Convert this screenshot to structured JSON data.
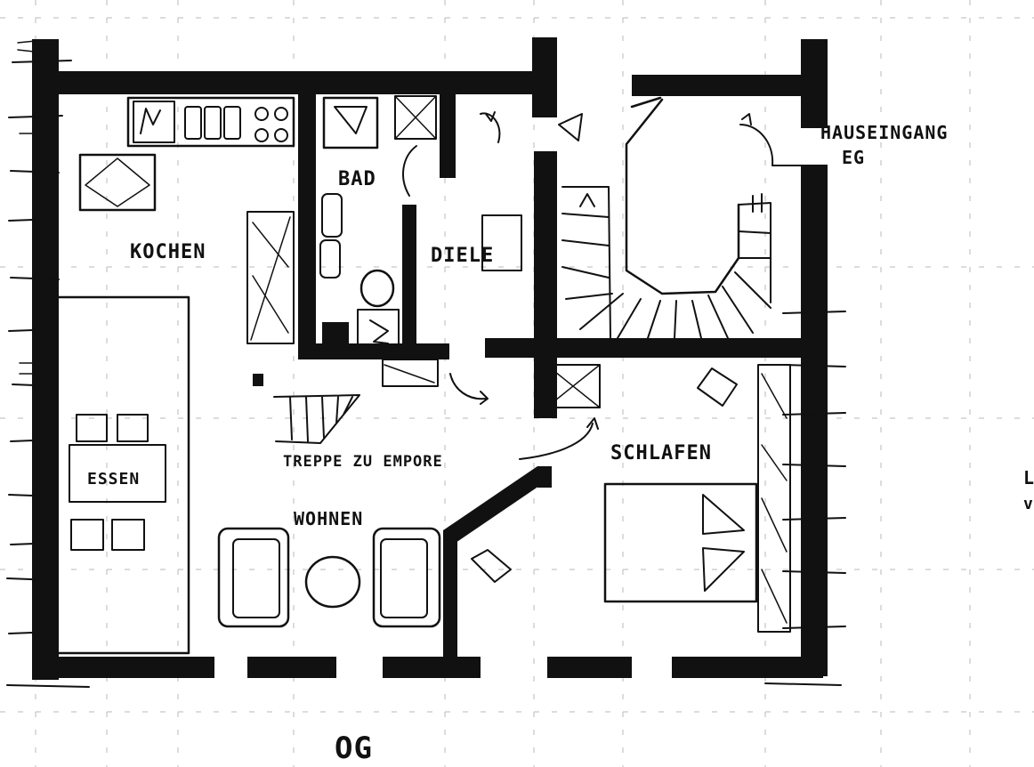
{
  "labels": {
    "kitchen": "KOCHEN",
    "bath": "BAD",
    "hall": "DIELE",
    "entrance_line1": "HAUSEINGANG",
    "entrance_line2": "EG",
    "stair_to_gallery": "TREPPE ZU EMPORE",
    "dining": "ESSEN",
    "living": "WOHNEN",
    "bedroom": "SCHLAFEN",
    "floor": "OG",
    "edge_fragment_1": "L",
    "edge_fragment_2": "v"
  },
  "colors": {
    "ink": "#111111",
    "grid": "#b9b9b9",
    "paper": "#ffffff"
  }
}
